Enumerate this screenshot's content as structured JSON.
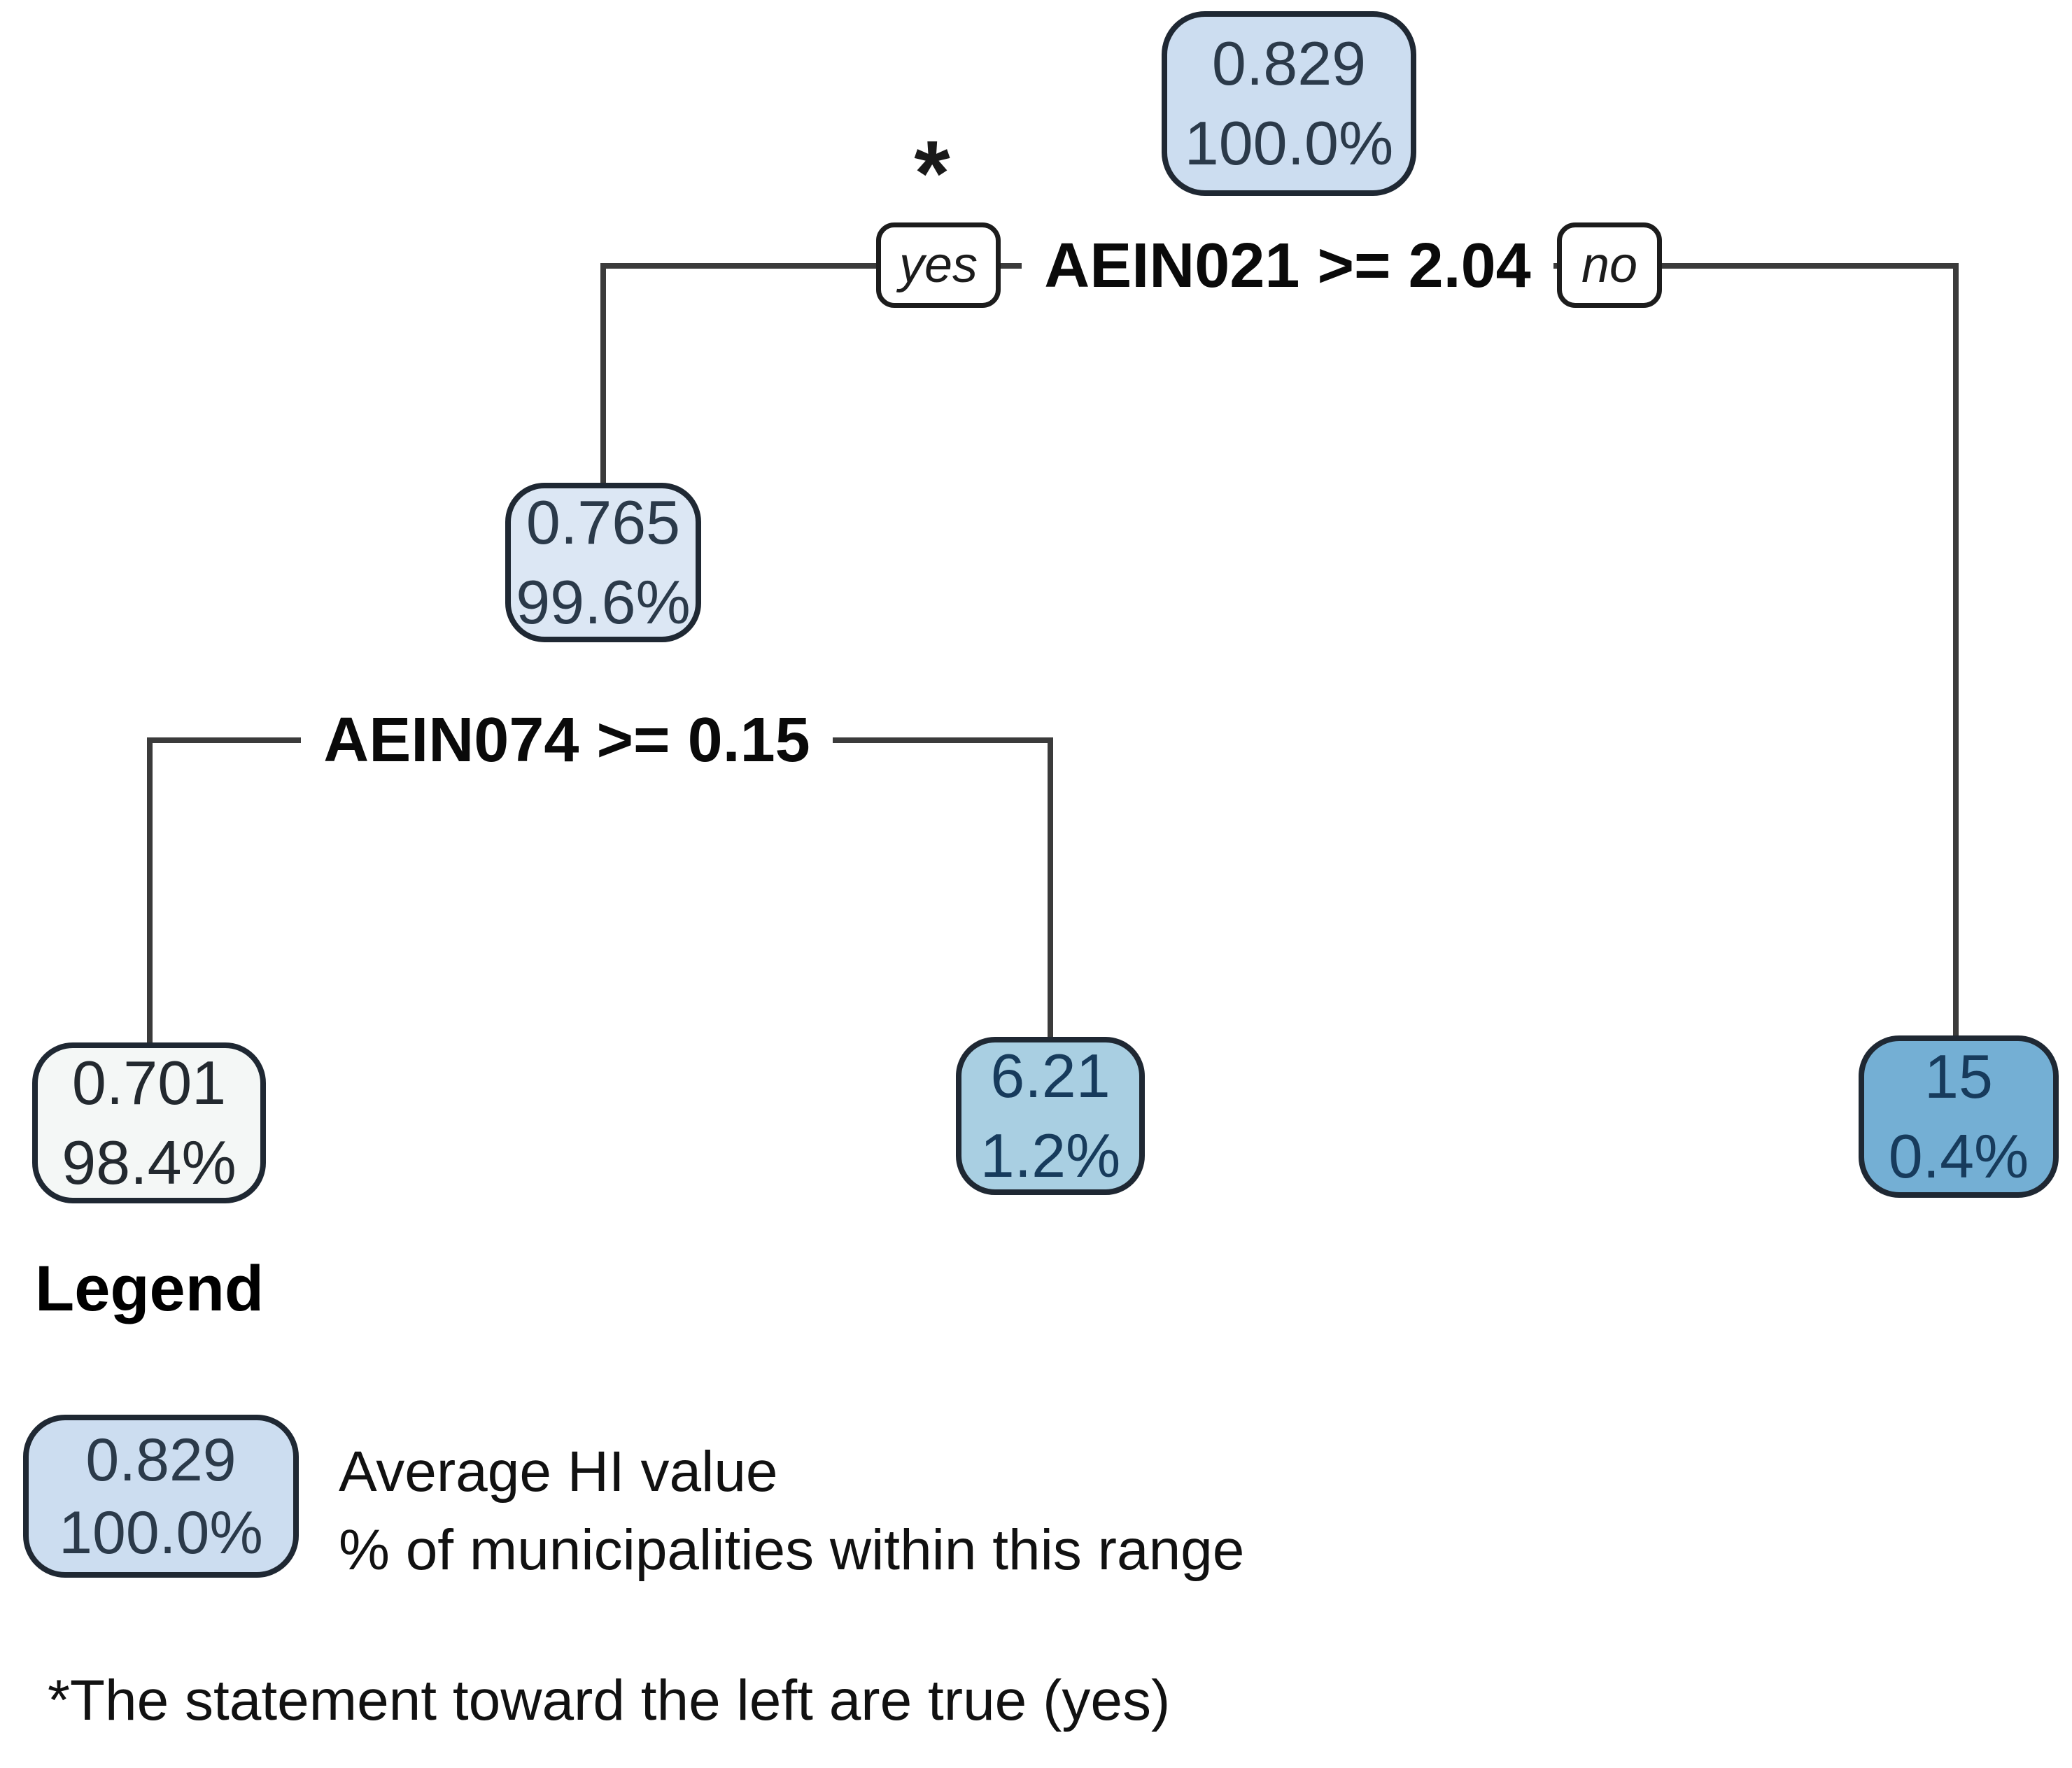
{
  "colors": {
    "background": "#ffffff",
    "node_border": "#1f2833",
    "branch_line": "#3b3b3b",
    "split_label_text": "#0a0a0a",
    "split_label_bg": "#ffffff",
    "badge_bg": "#ffffff",
    "root_fill": "#ccddf0",
    "internal_fill": "#dce7f4",
    "leaf_light_fill": "#f4f7f6",
    "leaf_mid_fill": "#a9cfe2",
    "leaf_dark_fill": "#74afd4",
    "legend_fill": "#ccddf0",
    "pale_node_text": "#2b3a4a",
    "neutral_node_text": "#23292f",
    "blue_node_text": "#173b5c"
  },
  "tree": {
    "root": {
      "value": "0.829",
      "percent": "100.0%"
    },
    "split_top": {
      "label": "AEIN021 >= 2.04",
      "yes": "yes",
      "no": "no",
      "footnote_marker": "*"
    },
    "internal_node": {
      "value": "0.765",
      "percent": "99.6%"
    },
    "split_second": {
      "label": "AEIN074 >= 0.15"
    },
    "leaf_left": {
      "value": "0.701",
      "percent": "98.4%"
    },
    "leaf_middle": {
      "value": "6.21",
      "percent": "1.2%"
    },
    "leaf_right": {
      "value": "15",
      "percent": "0.4%"
    }
  },
  "legend": {
    "heading": "Legend",
    "sample_node": {
      "value": "0.829",
      "percent": "100.0%"
    },
    "description_line1": "Average HI value",
    "description_line2": "% of municipalities within this range"
  },
  "footnote": "*The statement toward the left are true (yes)"
}
